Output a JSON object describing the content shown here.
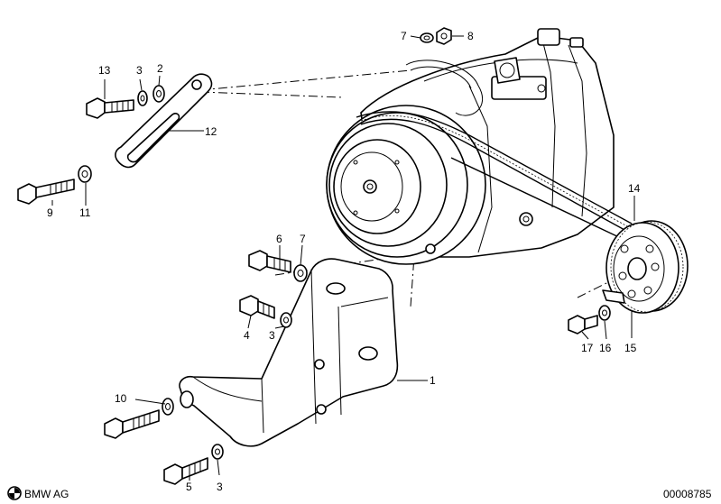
{
  "callouts": {
    "c1": "1",
    "c2": "2",
    "c3a": "3",
    "c3b": "3",
    "c3c": "3",
    "c4": "4",
    "c5": "5",
    "c6": "6",
    "c7a": "7",
    "c7b": "7",
    "c8": "8",
    "c9": "9",
    "c10": "10",
    "c11": "11",
    "c12": "12",
    "c13": "13",
    "c14": "14",
    "c15": "15",
    "c16": "16",
    "c17": "17"
  },
  "footer": {
    "brand": "BMW AG",
    "drawing_number": "00008785"
  },
  "icons": {
    "brand_logo": "bmw-roundel-icon"
  }
}
